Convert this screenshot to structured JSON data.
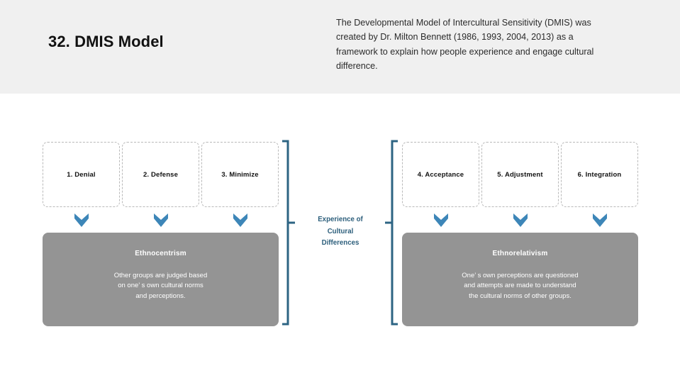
{
  "slide": {
    "title": "32. DMIS Model",
    "description": "The Developmental Model of Intercultural Sensitivity (DMIS) was created by Dr. Milton Bennett (1986, 1993, 2004, 2013) as a framework to explain how people experience and engage cultural difference.",
    "background_color": "#ffffff",
    "header_background_color": "#f0f0f0"
  },
  "diagram": {
    "accent_color": "#3d86b8",
    "bracket_color": "#2d6483",
    "panel_color": "#949494",
    "stages_left": [
      {
        "label": "1. Denial"
      },
      {
        "label": "2. Defense"
      },
      {
        "label": "3. Minimize"
      }
    ],
    "stages_right": [
      {
        "label": "4. Acceptance"
      },
      {
        "label": "5. Adjustment"
      },
      {
        "label": "6. Integration"
      }
    ],
    "center_label": {
      "line1": "Experience of",
      "line2": "Cultural",
      "line3": "Differences"
    },
    "panels": [
      {
        "title": "Ethnocentrism",
        "body_line1": "Other groups are judged based",
        "body_line2": "on one’ s own cultural norms",
        "body_line3": "and perceptions."
      },
      {
        "title": "Ethnorelativism",
        "body_line1": "One’ s own perceptions are questioned",
        "body_line2": "and attempts are made to understand",
        "body_line3": "the cultural norms of other groups."
      }
    ]
  }
}
